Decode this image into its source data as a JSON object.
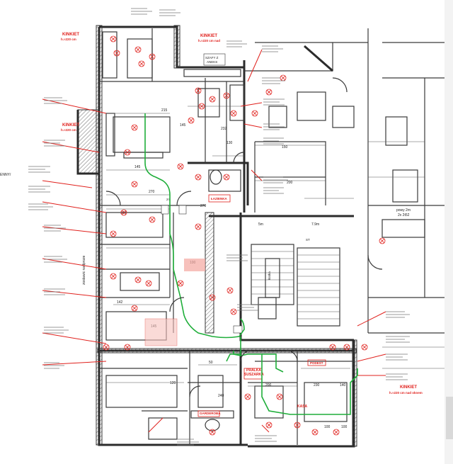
{
  "red_labels": {
    "kinkiet_1": "KINKIET",
    "kinkiet_1_sub": "h.≈220 cm",
    "kinkiet_2": "KINKIET",
    "kinkiet_2_sub": "h.≈220 cm nad",
    "kinkiet_3": "KINKIET",
    "kinkiet_3_sub": "h.≈220 cm",
    "kinkiet_4": "KINKIET",
    "kinkiet_4_sub": "h.≈220 cm nad oknem",
    "kasa": "KASA",
    "pralka": "PRALKA",
    "suszarka": "SUSZARKA",
    "lazienka": "ŁAZIENKA",
    "podest": "PODEST",
    "garderoba": "GARDEROBA"
  },
  "room_labels": {
    "szafy": "SZAFY Z",
    "szafy_sub": "ANEKS",
    "lm": "7.9m",
    "sm": "5m",
    "powy": "powy 2m",
    "powy_sub": "2x 2t52",
    "klatka": "klatka",
    "stairs": "ST",
    "zn": "zn",
    "jenny": "ENNY/"
  },
  "dimensions": [
    "215",
    "145",
    "270",
    "232",
    "130",
    "145",
    "270",
    "150",
    "200",
    "142",
    "120",
    "50",
    "145",
    "100",
    "100",
    "200",
    "230",
    "140",
    "240",
    "100",
    "100"
  ],
  "side_text": "zostawic nadproze"
}
